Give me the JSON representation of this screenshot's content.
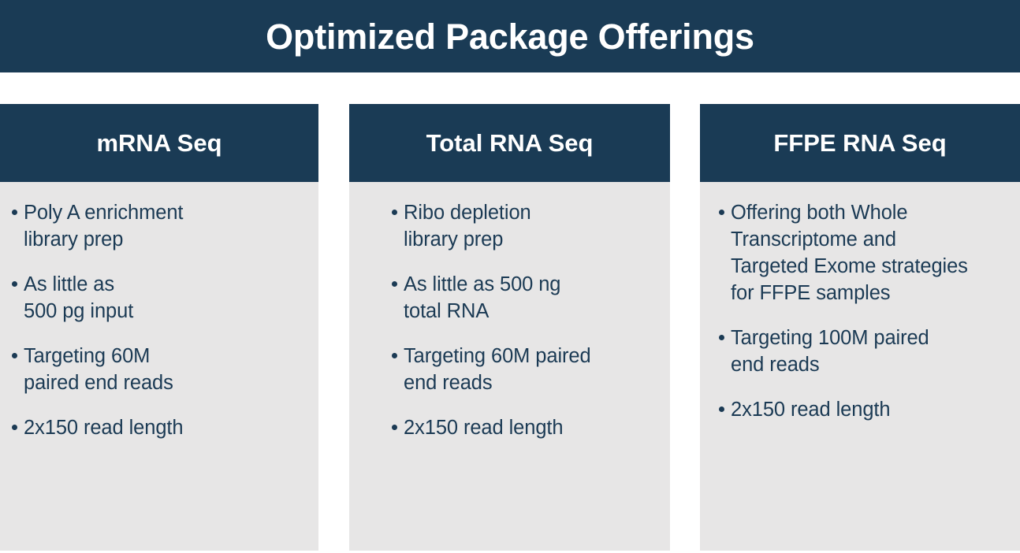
{
  "colors": {
    "banner_bg": "#1a3b55",
    "header_bg": "#1a3b55",
    "body_bg": "#e7e6e6",
    "title_text": "#ffffff",
    "body_text": "#1b3a54",
    "page_bg": "#ffffff"
  },
  "banner": {
    "title": "Optimized Package Offerings"
  },
  "columns": [
    {
      "header": "mRNA Seq",
      "bullets": [
        "Poly A enrichment\nlibrary prep",
        "As little as\n500 pg input",
        "Targeting 60M\npaired end reads",
        "2x150 read length"
      ]
    },
    {
      "header": "Total RNA Seq",
      "bullets": [
        "Ribo depletion\nlibrary prep",
        "As little as 500 ng\ntotal RNA",
        "Targeting 60M paired\nend reads",
        "2x150 read length"
      ]
    },
    {
      "header": "FFPE RNA Seq",
      "bullets": [
        "Offering both Whole\nTranscriptome and\nTargeted Exome strategies\nfor FFPE samples",
        "Targeting 100M paired\nend reads",
        "2x150 read length"
      ]
    }
  ]
}
